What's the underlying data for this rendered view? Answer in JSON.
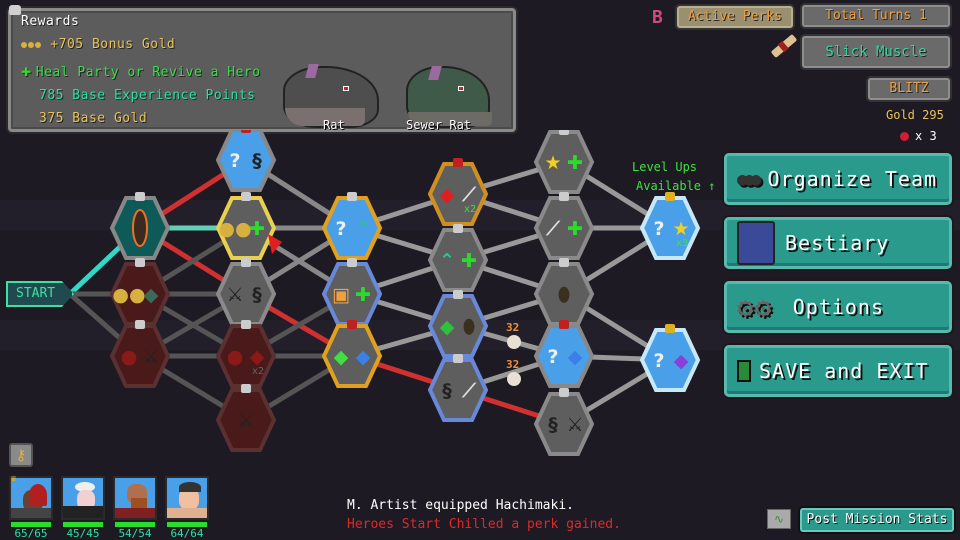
{
  "rewards": {
    "title": "Rewards",
    "bonus_gold": "+705 Bonus Gold",
    "heal": "Heal Party or Revive a Hero",
    "base_xp": "785 Base Experience Points",
    "base_gold": "375 Base Gold",
    "enemies": [
      {
        "name": "Rat",
        "color": "#4e4e4e"
      },
      {
        "name": "Sewer Rat",
        "color": "#3f5a48"
      }
    ]
  },
  "top_right": {
    "rank_letter": "B",
    "active_perks_label": "Active Perks",
    "total_turns_label": "Total Turns 1",
    "equipped_item": "Slick Muscle",
    "mode_label": "BLITZ",
    "gold": "Gold 295",
    "gem_count": "x 3"
  },
  "level_ups": {
    "line1": "Level Ups",
    "line2": "Available"
  },
  "menu": {
    "organize_team": "Organize Team",
    "bestiary": "Bestiary",
    "options": "Options",
    "save_exit": "SAVE and EXIT"
  },
  "map": {
    "start_label": "START",
    "nodes": [
      {
        "id": "n-top1",
        "kind": "mystery-boss",
        "icons": [
          "?",
          "unknown-rune"
        ]
      },
      {
        "id": "n-current",
        "kind": "current-party"
      },
      {
        "id": "n-gold-heal",
        "kind": "reward",
        "icons": [
          "gold",
          "heal"
        ]
      },
      {
        "id": "n-gold-rune1",
        "kind": "visited",
        "icons": [
          "gold",
          "rune-1"
        ]
      },
      {
        "id": "n-weapons",
        "kind": "reward",
        "icons": [
          "sword",
          "rune"
        ]
      },
      {
        "id": "n-meat-sword",
        "kind": "visited",
        "icons": [
          "meat",
          "sword"
        ]
      },
      {
        "id": "n-meat-tag",
        "kind": "visited",
        "icons": [
          "meat",
          "tag"
        ],
        "multiplier": "x2"
      },
      {
        "id": "n-sword-bottom",
        "kind": "visited",
        "icons": [
          "sword"
        ]
      },
      {
        "id": "n-mystery-green",
        "kind": "mystery-elite",
        "icons": [
          "?",
          "chevrons"
        ]
      },
      {
        "id": "n-book-heal",
        "kind": "elite",
        "icons": [
          "book",
          "heal"
        ]
      },
      {
        "id": "n-tag-rune3",
        "kind": "elite-boss",
        "icons": [
          "green-tag",
          "rune-3"
        ]
      },
      {
        "id": "n-tag-feather",
        "kind": "boss",
        "icons": [
          "red-tag",
          "feather"
        ],
        "multiplier": "x2"
      },
      {
        "id": "n-chev-heal",
        "kind": "reward",
        "icons": [
          "chevrons",
          "heal"
        ]
      },
      {
        "id": "n-rune2-bug",
        "kind": "elite",
        "icons": [
          "rune-2",
          "beetle"
        ]
      },
      {
        "id": "n-rune-feather",
        "kind": "elite",
        "icons": [
          "rune",
          "feather"
        ]
      },
      {
        "id": "n-star-heal",
        "kind": "reward",
        "icons": [
          "star",
          "heal"
        ]
      },
      {
        "id": "n-feather-heal",
        "kind": "reward",
        "icons": [
          "feather",
          "heal"
        ]
      },
      {
        "id": "n-beetle",
        "kind": "reward",
        "icons": [
          "beetle"
        ]
      },
      {
        "id": "n-mystery-rune3",
        "kind": "mystery-boss",
        "icons": [
          "?",
          "rune-3"
        ]
      },
      {
        "id": "n-rune-sword",
        "kind": "reward",
        "icons": [
          "rune",
          "sword"
        ]
      },
      {
        "id": "n-final-star",
        "kind": "final",
        "icons": [
          "?",
          "star"
        ],
        "multiplier": "x3"
      },
      {
        "id": "n-final-rune4",
        "kind": "final",
        "icons": [
          "?",
          "rune-4"
        ]
      }
    ],
    "timers": [
      "32",
      "32"
    ]
  },
  "heroes": [
    {
      "hp": "65/65",
      "leader": true
    },
    {
      "hp": "45/45",
      "leader": false
    },
    {
      "hp": "54/54",
      "leader": false
    },
    {
      "hp": "64/64",
      "leader": false
    }
  ],
  "log": {
    "line1": "M. Artist equipped Hachimaki.",
    "line2": "Heroes Start Chilled a perk gained."
  },
  "post_mission_stats": "Post Mission Stats"
}
